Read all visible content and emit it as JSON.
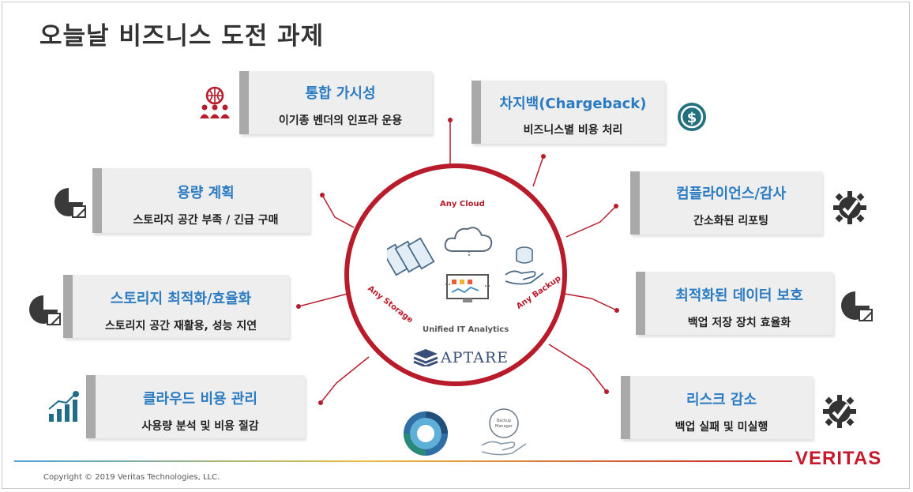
{
  "title": "오늘날 비즈니스 도전 과제",
  "cards": [
    {
      "heading": "통합 가시성",
      "sub": "이기종 벤더의 인프라 운용"
    },
    {
      "heading": "차지백(Chargeback)",
      "sub": "비즈니스별 비용 처리"
    },
    {
      "heading": "용량 계획",
      "sub": "스토리지 공간 부족 / 긴급 구매"
    },
    {
      "heading": "컴플라이언스/감사",
      "sub": "간소화된 리포팅"
    },
    {
      "heading": "스토리지 최적화/효율화",
      "sub": "스토리지 공간 재활용, 성능 지연"
    },
    {
      "heading": "최적화된 데이터 보호",
      "sub": "백업 저장 장치 효율화"
    },
    {
      "heading": "클라우드 비용 관리",
      "sub": "사용량 분석 및 비용 절감"
    },
    {
      "heading": "리스크 감소",
      "sub": "백업 실패 및 미실행"
    }
  ],
  "center": {
    "any_cloud": "Any Cloud",
    "any_storage": "Any Storage",
    "any_backup": "Any Backup",
    "analytics": "Unified IT Analytics",
    "brand": "APTARE"
  },
  "bottom_icons": {
    "backup_manager": "Backup Manager"
  },
  "footer": {
    "copyright": "Copyright © 2019 Veritas Technologies, LLC.",
    "logo": "VERITAS"
  },
  "colors": {
    "accent": "#b81c2b",
    "heading": "#2a7bc2",
    "card_bg": "#eeeeee",
    "card_bar": "#a9a9a9"
  },
  "icons": [
    "globe-people-icon",
    "dollar-icon",
    "pie-chart-icon",
    "gear-check-icon",
    "pie-chart-icon",
    "pie-chart-icon",
    "growth-chart-icon",
    "gear-check-icon"
  ]
}
